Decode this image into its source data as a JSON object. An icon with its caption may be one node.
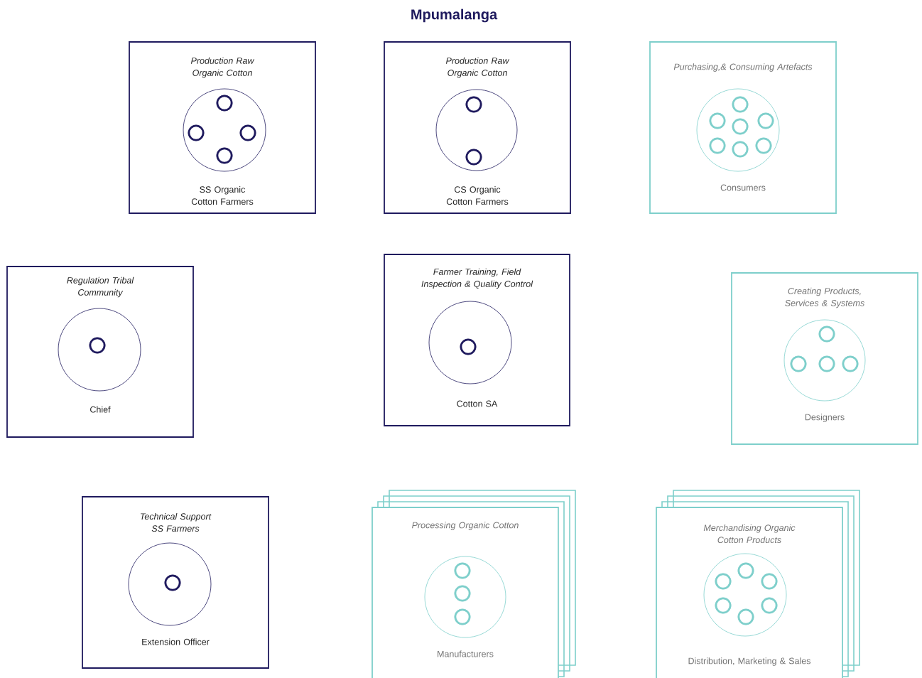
{
  "diagram": {
    "title": "Mpumalanga",
    "nodes": [
      {
        "text": [
          "Production Raw Organic Cotton",
          "SS Organic Cotton Farmers"
        ]
      },
      {
        "text": [
          "Production Raw Organic Cotton",
          "CS Organic Cotton Farmers"
        ]
      },
      {
        "text": [
          "Purchasing,& Consuming Artefacts",
          "Consumers"
        ]
      },
      {
        "text": [
          "Regulation Tribal Community",
          "Chief"
        ]
      },
      {
        "text": [
          "Farmer Training, Field Inspection & Quality Control",
          "Cotton SA"
        ]
      },
      {
        "text": [
          "Creating Products, Services & Systems",
          "Designers"
        ]
      },
      {
        "text": [
          "Technical Support SS Farmers",
          "Extension Officer"
        ]
      },
      {
        "text": [
          "Processing Organic Cotton",
          "Manufacturers"
        ]
      },
      {
        "text": [
          "Merchandising Organic Cotton Products",
          "Distribution, Marketing & Sales"
        ]
      }
    ]
  }
}
